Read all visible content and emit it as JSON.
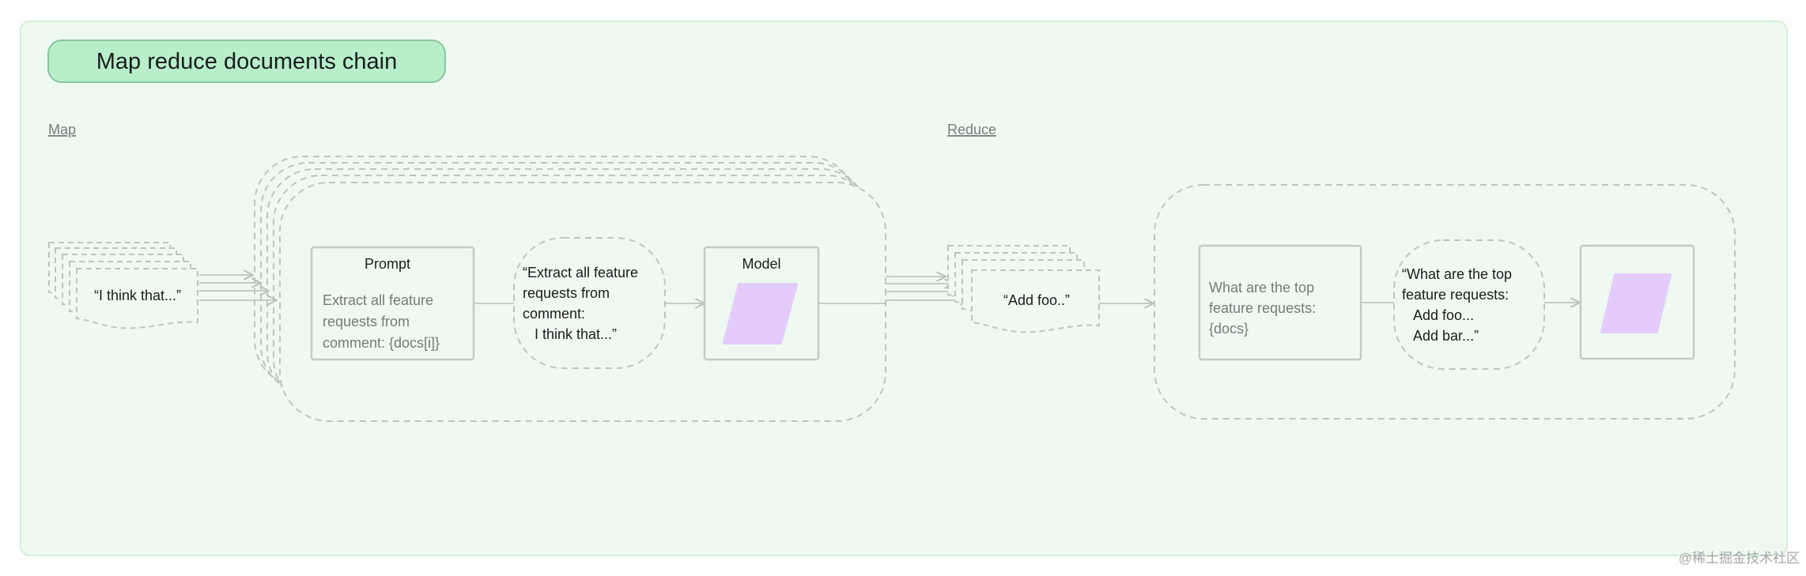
{
  "title": "Map reduce documents chain",
  "sections": {
    "map": "Map",
    "reduce": "Reduce"
  },
  "map": {
    "input_doc": "“I think that...”",
    "prompt": {
      "title": "Prompt",
      "lines": [
        "Extract all feature",
        "requests from",
        "comment: {docs[i]}"
      ]
    },
    "formatted_prompt": {
      "lines": [
        "“Extract all feature",
        "requests from",
        "comment:",
        "   I think that...”"
      ]
    },
    "model": {
      "title": "Model"
    },
    "output_doc": "“Add foo..”"
  },
  "reduce": {
    "prompt": {
      "lines": [
        "What are the top",
        "feature requests:",
        "{docs}"
      ]
    },
    "formatted_prompt": {
      "lines": [
        "“What are the top",
        "feature requests:",
        "   Add foo...",
        "   Add bar...”"
      ]
    }
  },
  "watermark": "@稀土掘金技术社区",
  "colors": {
    "panel_bg": "#eefaf1",
    "panel_border": "#d3eedb",
    "title_pill_bg": "#b6efc9",
    "title_pill_border": "#8ac59f",
    "dashed": "#bfc4c1",
    "box_stroke": "#c5c9c6",
    "model_fill": "#e3ccfb"
  }
}
